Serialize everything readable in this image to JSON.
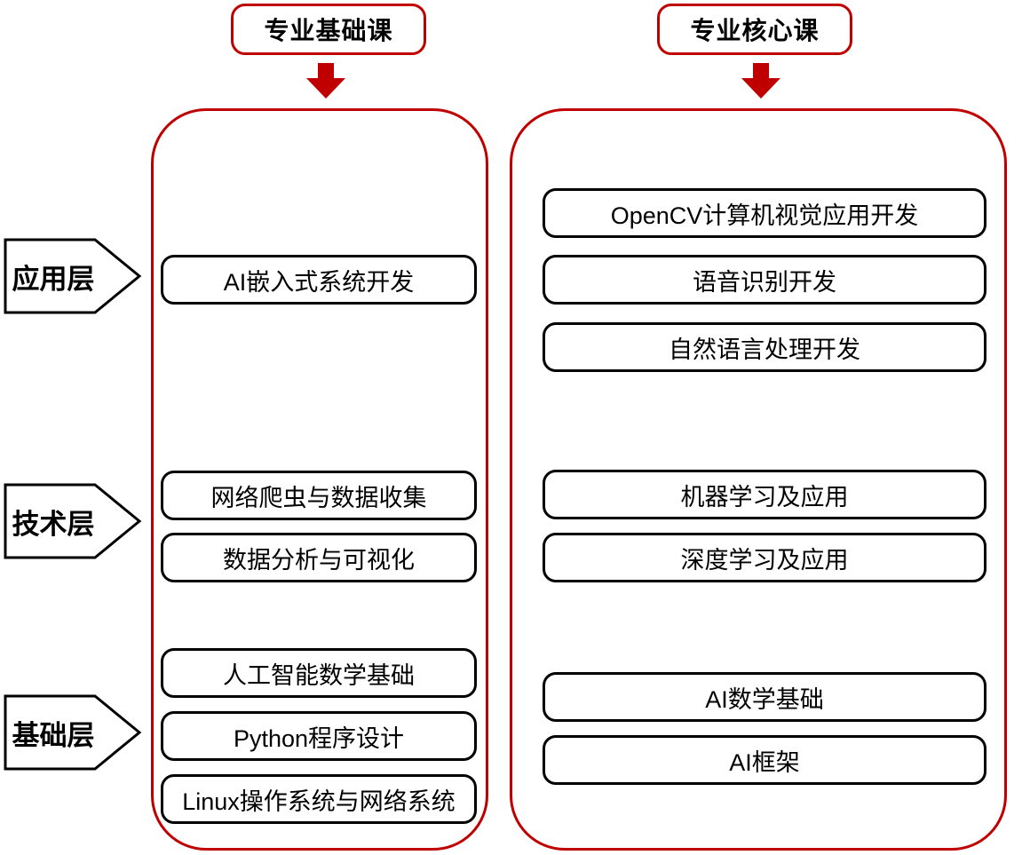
{
  "badges": {
    "basic": "专业基础课",
    "core": "专业核心课"
  },
  "layers": {
    "application": "应用层",
    "technical": "技术层",
    "foundation": "基础层"
  },
  "basic_courses": {
    "application": [
      "AI嵌入式系统开发"
    ],
    "technical": [
      "网络爬虫与数据收集",
      "数据分析与可视化"
    ],
    "foundation": [
      "人工智能数学基础",
      "Python程序设计",
      "Linux操作系统与网络系统"
    ]
  },
  "core_courses": {
    "application": [
      "OpenCV计算机视觉应用开发",
      "语音识别开发",
      "自然语言处理开发"
    ],
    "technical": [
      "机器学习及应用",
      "深度学习及应用"
    ],
    "foundation": [
      "AI数学基础",
      "AI框架"
    ]
  },
  "colors": {
    "accent_red": "#c00000",
    "outline_black": "#000000",
    "background": "#ffffff"
  }
}
